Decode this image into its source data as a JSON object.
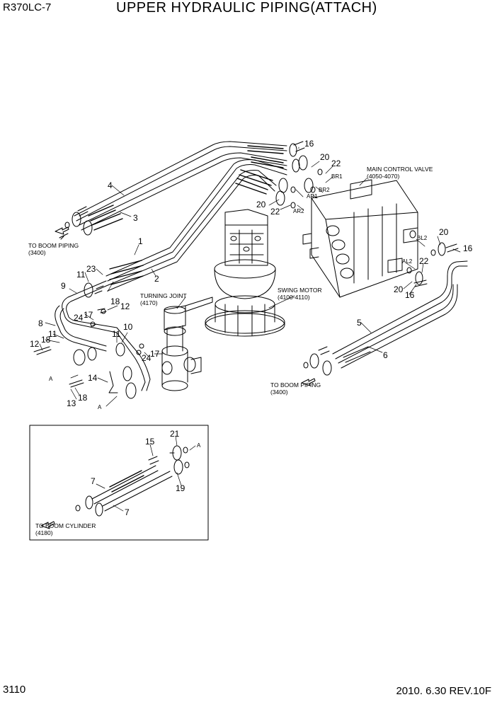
{
  "header": {
    "model": "R370LC-7",
    "title": "UPPER HYDRAULIC PIPING(ATTACH)"
  },
  "footer": {
    "page": "3110",
    "revision": "2010. 6.30  REV.10F"
  },
  "labels": {
    "to_boom_piping_left": "TO BOOM PIPING",
    "to_boom_piping_left_ref": "(3400)",
    "to_boom_piping_right": "TO BOOM PIPING",
    "to_boom_piping_right_ref": "(3400)",
    "turning_joint": "TURNING JOINT",
    "turning_joint_ref": "(4170)",
    "swing_motor": "SWING MOTOR",
    "swing_motor_ref": "(4100-4110)",
    "main_control_valve": "MAIN CONTROL VALVE",
    "main_control_valve_ref": "(4050-4070)",
    "to_boom_cylinder": "TO BOOM CYLINDER",
    "to_boom_cylinder_ref": "(4180)"
  },
  "ports": {
    "br1": "BR1",
    "br2": "BR2",
    "ar1": "AR1",
    "ar2": "AR2",
    "bl2": "BL2",
    "al2": "AL2"
  },
  "callouts": {
    "c1": "1",
    "c2": "2",
    "c3": "3",
    "c4": "4",
    "c5": "5",
    "c6": "6",
    "c7a": "7",
    "c7b": "7",
    "c8": "8",
    "c9": "9",
    "c10": "10",
    "c11a": "11",
    "c11b": "11",
    "c11c": "11",
    "c12a": "12",
    "c12b": "12",
    "c13": "13",
    "c14": "14",
    "c15": "15",
    "c16a": "16",
    "c16b": "16",
    "c16c": "16",
    "c17a": "17",
    "c17b": "17",
    "c18a": "18",
    "c18b": "18",
    "c18c": "18",
    "c19": "19",
    "c20a": "20",
    "c20b": "20",
    "c20c": "20",
    "c20d": "20",
    "c21": "21",
    "c22a": "22",
    "c22b": "22",
    "c22c": "22",
    "c23": "23",
    "c24a": "24",
    "c24b": "24",
    "ca1": "A",
    "ca2": "A",
    "ca3": "A"
  }
}
